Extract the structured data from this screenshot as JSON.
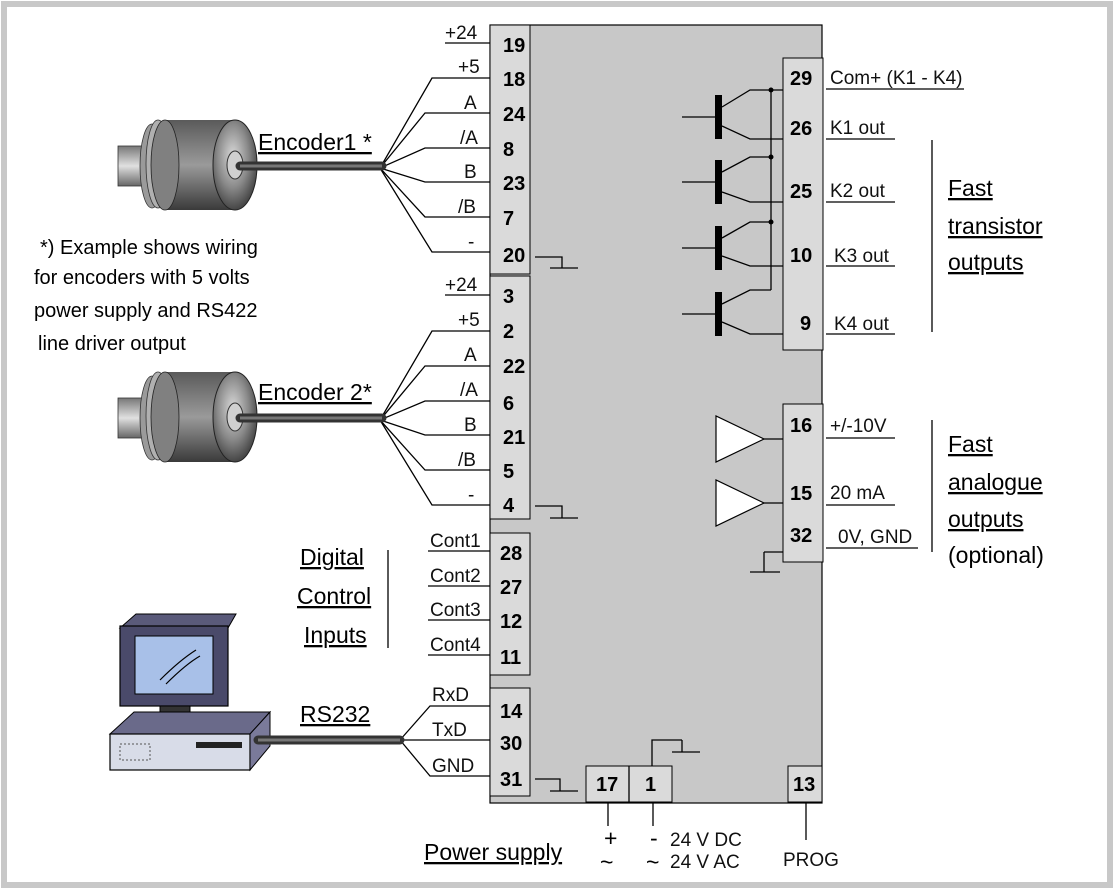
{
  "encoders": {
    "enc1_label": "Encoder1 *",
    "enc2_label": "Encoder 2*",
    "enc1_pins": [
      {
        "sig": "+24",
        "num": "19"
      },
      {
        "sig": "+5",
        "num": "18"
      },
      {
        "sig": "A",
        "num": "24"
      },
      {
        "sig": "/A",
        "num": "8"
      },
      {
        "sig": "B",
        "num": "23"
      },
      {
        "sig": "/B",
        "num": "7"
      },
      {
        "sig": "-",
        "num": "20"
      }
    ],
    "enc2_pins": [
      {
        "sig": "+24",
        "num": "3"
      },
      {
        "sig": "+5",
        "num": "2"
      },
      {
        "sig": "A",
        "num": "22"
      },
      {
        "sig": "/A",
        "num": "6"
      },
      {
        "sig": "B",
        "num": "21"
      },
      {
        "sig": "/B",
        "num": "5"
      },
      {
        "sig": "-",
        "num": "4"
      }
    ]
  },
  "footnote": [
    "*) Example shows wiring",
    "for encoders with 5 volts",
    "power supply and RS422",
    "line driver output"
  ],
  "digital_inputs": {
    "label": [
      "Digital",
      "Control",
      "Inputs"
    ],
    "pins": [
      {
        "sig": "Cont1",
        "num": "28"
      },
      {
        "sig": "Cont2",
        "num": "27"
      },
      {
        "sig": "Cont3",
        "num": "12"
      },
      {
        "sig": "Cont4",
        "num": "11"
      }
    ]
  },
  "rs232": {
    "label": "RS232",
    "pins": [
      {
        "sig": "RxD",
        "num": "14"
      },
      {
        "sig": "TxD",
        "num": "30"
      },
      {
        "sig": "GND",
        "num": "31"
      }
    ]
  },
  "transistor_outputs": {
    "label": [
      "Fast",
      "transistor",
      "outputs"
    ],
    "pins": [
      {
        "num": "29",
        "sig": "Com+ (K1 - K4)"
      },
      {
        "num": "26",
        "sig": "K1 out"
      },
      {
        "num": "25",
        "sig": "K2 out"
      },
      {
        "num": "10",
        "sig": "K3 out"
      },
      {
        "num": "9",
        "sig": "K4 out"
      }
    ]
  },
  "analogue_outputs": {
    "label": [
      "Fast",
      "analogue",
      "outputs",
      "(optional)"
    ],
    "pins": [
      {
        "num": "16",
        "sig": "+/-10V"
      },
      {
        "num": "15",
        "sig": "20 mA"
      },
      {
        "num": "32",
        "sig": "0V, GND"
      }
    ]
  },
  "power": {
    "label": "Power supply",
    "pin_plus": "17",
    "pin_minus": "1",
    "plus_sign": "+",
    "minus_sign": "-",
    "tilde": "~",
    "dc": "24 V DC",
    "ac": "24 V AC",
    "prog_num": "13",
    "prog_label": "PROG"
  }
}
